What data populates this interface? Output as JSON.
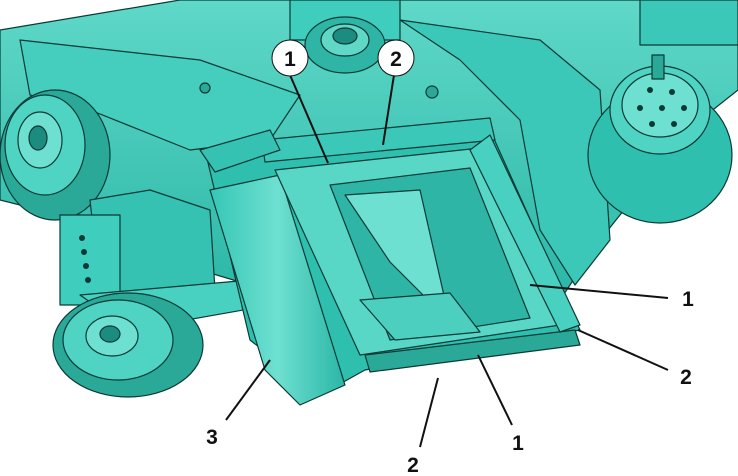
{
  "colors": {
    "body": "#2fbfae",
    "body_light": "#5fd8c8",
    "body_dark": "#1c8c80",
    "edge": "#0b3a36",
    "background": "#ffffff",
    "label": "#111111"
  },
  "callouts": [
    {
      "id": "bubble-1",
      "label": "1",
      "style": "bubble"
    },
    {
      "id": "bubble-2",
      "label": "2",
      "style": "bubble"
    },
    {
      "id": "right-1",
      "label": "1",
      "style": "plain"
    },
    {
      "id": "right-2",
      "label": "2",
      "style": "plain"
    },
    {
      "id": "bottom-1",
      "label": "1",
      "style": "plain"
    },
    {
      "id": "bottom-2",
      "label": "2",
      "style": "plain"
    },
    {
      "id": "left-3",
      "label": "3",
      "style": "plain"
    }
  ]
}
